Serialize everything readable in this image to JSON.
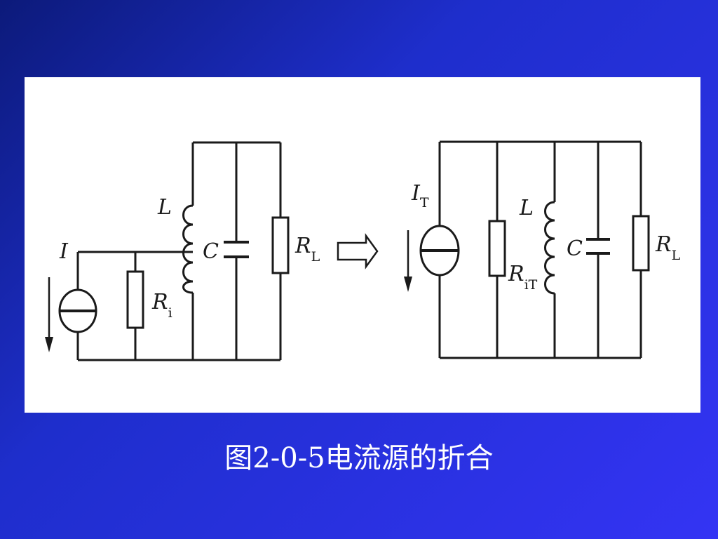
{
  "figure": {
    "left_circuit": {
      "source_label": "I",
      "inductor_label": "L",
      "capacitor_label": "C",
      "internal_resistor": {
        "symbol": "R",
        "subscript": "i"
      },
      "load_resistor": {
        "symbol": "R",
        "subscript": "L"
      }
    },
    "right_circuit": {
      "source_label": {
        "symbol": "I",
        "subscript": "T"
      },
      "inductor_label": "L",
      "capacitor_label": "C",
      "transformed_resistor": {
        "symbol": "R",
        "subscript": "iT"
      },
      "load_resistor": {
        "symbol": "R",
        "subscript": "L"
      }
    }
  },
  "caption": "图2-0-5电流源的折合"
}
